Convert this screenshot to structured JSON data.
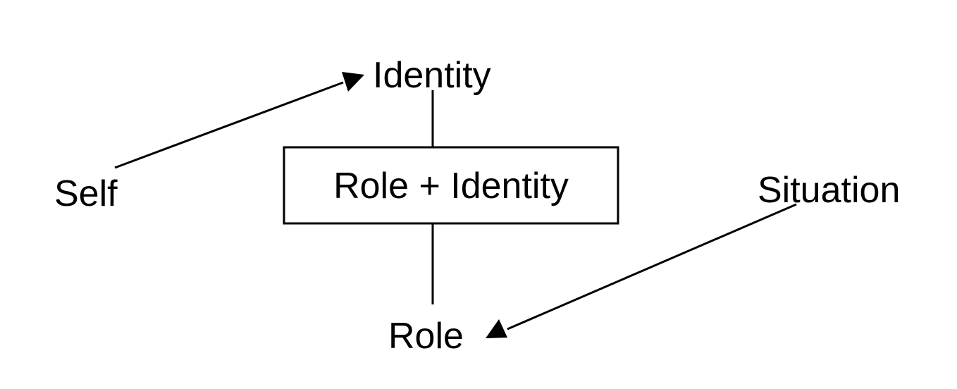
{
  "diagram": {
    "nodes": {
      "identity": "Identity",
      "self": "Self",
      "center_box": "Role + Identity",
      "situation": "Situation",
      "role": "Role"
    },
    "edges": [
      {
        "from": "self",
        "to": "identity",
        "style": "arrow"
      },
      {
        "from": "identity",
        "to": "center_box",
        "style": "line"
      },
      {
        "from": "center_box",
        "to": "role",
        "style": "line"
      },
      {
        "from": "situation",
        "to": "role",
        "style": "arrow"
      }
    ],
    "colors": {
      "stroke": "#000000",
      "text": "#000000",
      "background": "#ffffff"
    }
  }
}
